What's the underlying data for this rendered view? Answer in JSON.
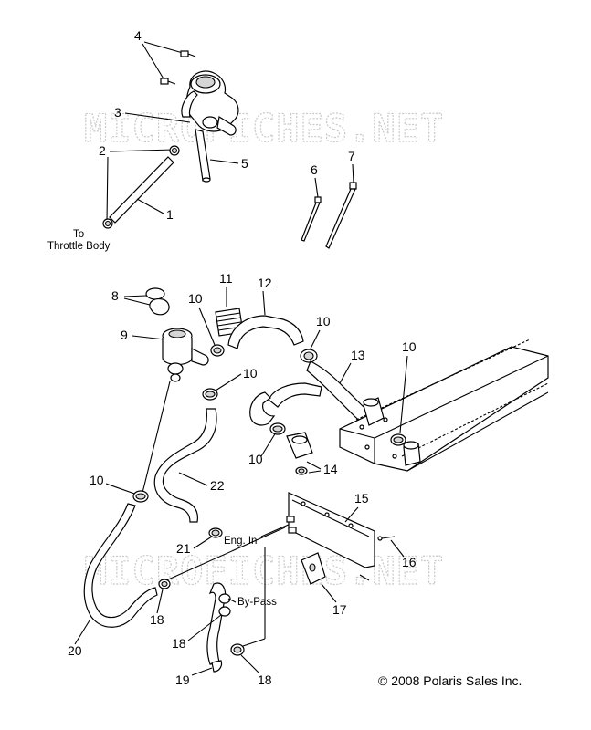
{
  "watermark": "MICROFICHES.NET",
  "copyright": "© 2008 Polaris Sales Inc.",
  "labels": {
    "to": "To",
    "throttle_body": "Throttle Body",
    "eng_in": "Eng. In",
    "by_pass": "By-Pass"
  },
  "callouts": {
    "n1": "1",
    "n2": "2",
    "n3": "3",
    "n4": "4",
    "n5": "5",
    "n6": "6",
    "n7": "7",
    "n8": "8",
    "n9": "9",
    "n10": "10",
    "n11": "11",
    "n12": "12",
    "n13": "13",
    "n14": "14",
    "n15": "15",
    "n16": "16",
    "n17": "17",
    "n18": "18",
    "n19": "19",
    "n20": "20",
    "n21": "21",
    "n22": "22"
  }
}
